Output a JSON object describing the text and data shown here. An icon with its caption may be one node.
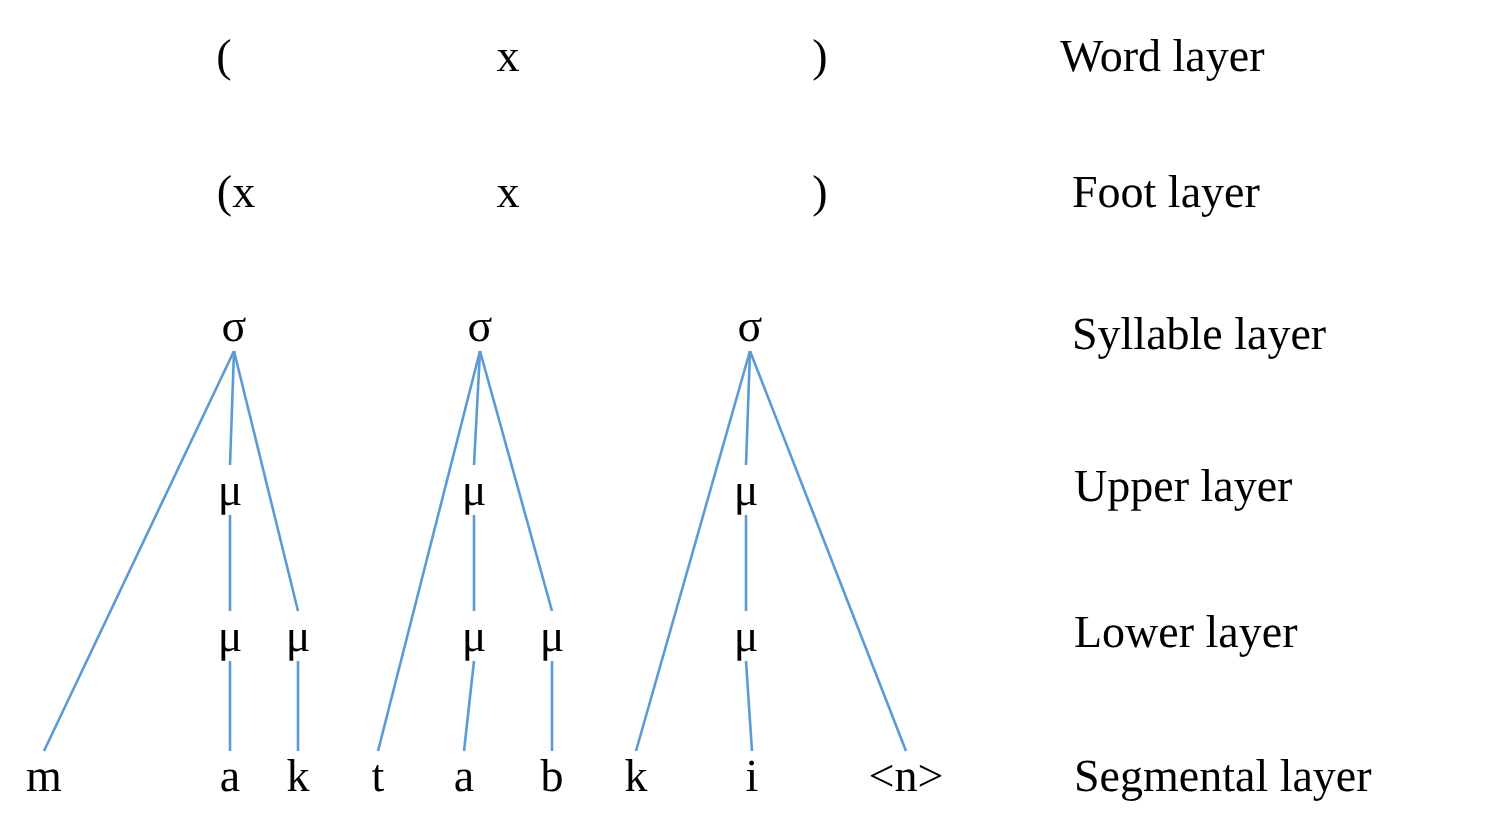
{
  "diagram": {
    "nodes": [
      {
        "text": [
          "σ"
        ]
      },
      {
        "text": [
          "σ"
        ]
      },
      {
        "text": [
          "σ"
        ]
      },
      {
        "text": [
          "μ"
        ]
      },
      {
        "text": [
          "μ"
        ]
      },
      {
        "text": [
          "μ"
        ]
      },
      {
        "text": [
          "μ"
        ]
      },
      {
        "text": [
          "μ"
        ]
      },
      {
        "text": [
          "μ"
        ]
      },
      {
        "text": [
          "μ"
        ]
      },
      {
        "text": [
          "μ"
        ]
      },
      {
        "text": [
          "m"
        ]
      },
      {
        "text": [
          "a"
        ]
      },
      {
        "text": [
          "k"
        ]
      },
      {
        "text": [
          "t"
        ]
      },
      {
        "text": [
          "a"
        ]
      },
      {
        "text": [
          "b"
        ]
      },
      {
        "text": [
          "k"
        ]
      },
      {
        "text": [
          "i"
        ]
      },
      {
        "text": [
          "<n>"
        ]
      }
    ],
    "edges": [
      {
        "from": 0,
        "to": 11,
        "arrow": "none"
      },
      {
        "from": 0,
        "to": 3,
        "arrow": "none"
      },
      {
        "from": 0,
        "to": 7,
        "arrow": "none"
      },
      {
        "from": 3,
        "to": 6,
        "arrow": "none"
      },
      {
        "from": 6,
        "to": 12,
        "arrow": "none"
      },
      {
        "from": 7,
        "to": 13,
        "arrow": "none"
      },
      {
        "from": 1,
        "to": 14,
        "arrow": "none"
      },
      {
        "from": 1,
        "to": 4,
        "arrow": "none"
      },
      {
        "from": 1,
        "to": 9,
        "arrow": "none"
      },
      {
        "from": 4,
        "to": 8,
        "arrow": "none"
      },
      {
        "from": 8,
        "to": 15,
        "arrow": "none"
      },
      {
        "from": 9,
        "to": 16,
        "arrow": "none"
      },
      {
        "from": 2,
        "to": 17,
        "arrow": "none"
      },
      {
        "from": 2,
        "to": 5,
        "arrow": "none"
      },
      {
        "from": 2,
        "to": 19,
        "arrow": "none"
      },
      {
        "from": 5,
        "to": 10,
        "arrow": "none"
      },
      {
        "from": 10,
        "to": 18,
        "arrow": "none"
      }
    ],
    "labels": [
      "(",
      "x",
      ")",
      "Word layer",
      "(x",
      "x",
      ")",
      "Foot layer",
      "Syllable layer",
      "Upper layer",
      "Lower layer",
      "Segmental layer"
    ]
  }
}
